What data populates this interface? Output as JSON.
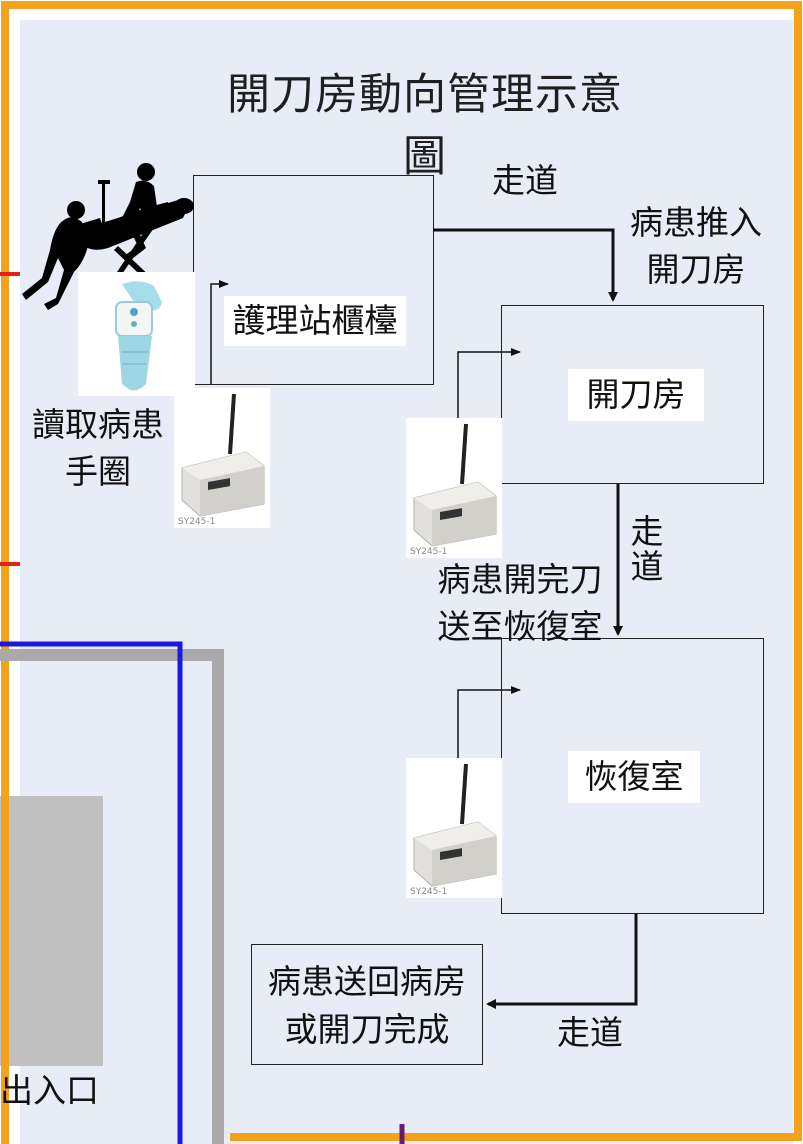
{
  "title": "開刀房動向管理示意圖",
  "nodes": {
    "nurse_station": "護理站櫃檯",
    "operating_room": "開刀房",
    "recovery_room": "恢復室",
    "return": "病患送回病房\n或開刀完成"
  },
  "labels": {
    "corridor_1": "走道",
    "push_in": "病患推入\n開刀房",
    "corridor_2": "走道",
    "after_surgery": "病患開完刀\n送至恢復室",
    "corridor_3": "走道",
    "read_wristband": "讀取病患\n手圈",
    "entrance": "出入口"
  },
  "reader_model": "SY245-1",
  "icons": [
    "patient-stretcher-icon",
    "wristband-icon",
    "rfid-reader-icon"
  ],
  "colors": {
    "frame": "#f5a21b",
    "panel": "#e7ecf7",
    "blue_line": "#1a1adf",
    "grey_line": "#a9a9a9",
    "red_tick": "#e8201a",
    "purple_tick": "#6b1b6b"
  }
}
